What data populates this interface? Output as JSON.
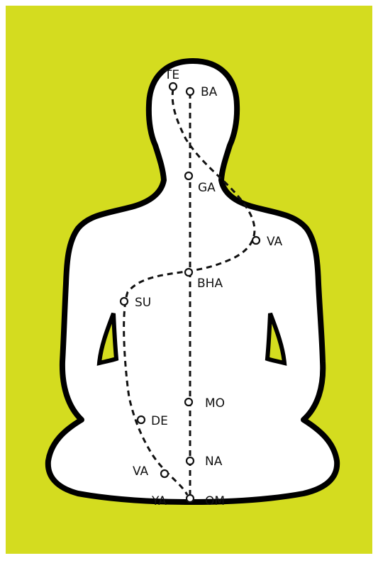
{
  "colors": {
    "background": "#d4dc1f",
    "figure_fill": "#ffffff",
    "outline": "#000000",
    "path_line": "#111111"
  },
  "points": {
    "te": {
      "label": "TE"
    },
    "ba": {
      "label": "BA"
    },
    "ga": {
      "label": "GA"
    },
    "va1": {
      "label": "VA"
    },
    "bha": {
      "label": "BHA"
    },
    "su": {
      "label": "SU"
    },
    "mo": {
      "label": "MO"
    },
    "de": {
      "label": "DE"
    },
    "na": {
      "label": "NA"
    },
    "va2": {
      "label": "VA"
    },
    "ya": {
      "label": "YA"
    },
    "om": {
      "label": "OM"
    }
  }
}
